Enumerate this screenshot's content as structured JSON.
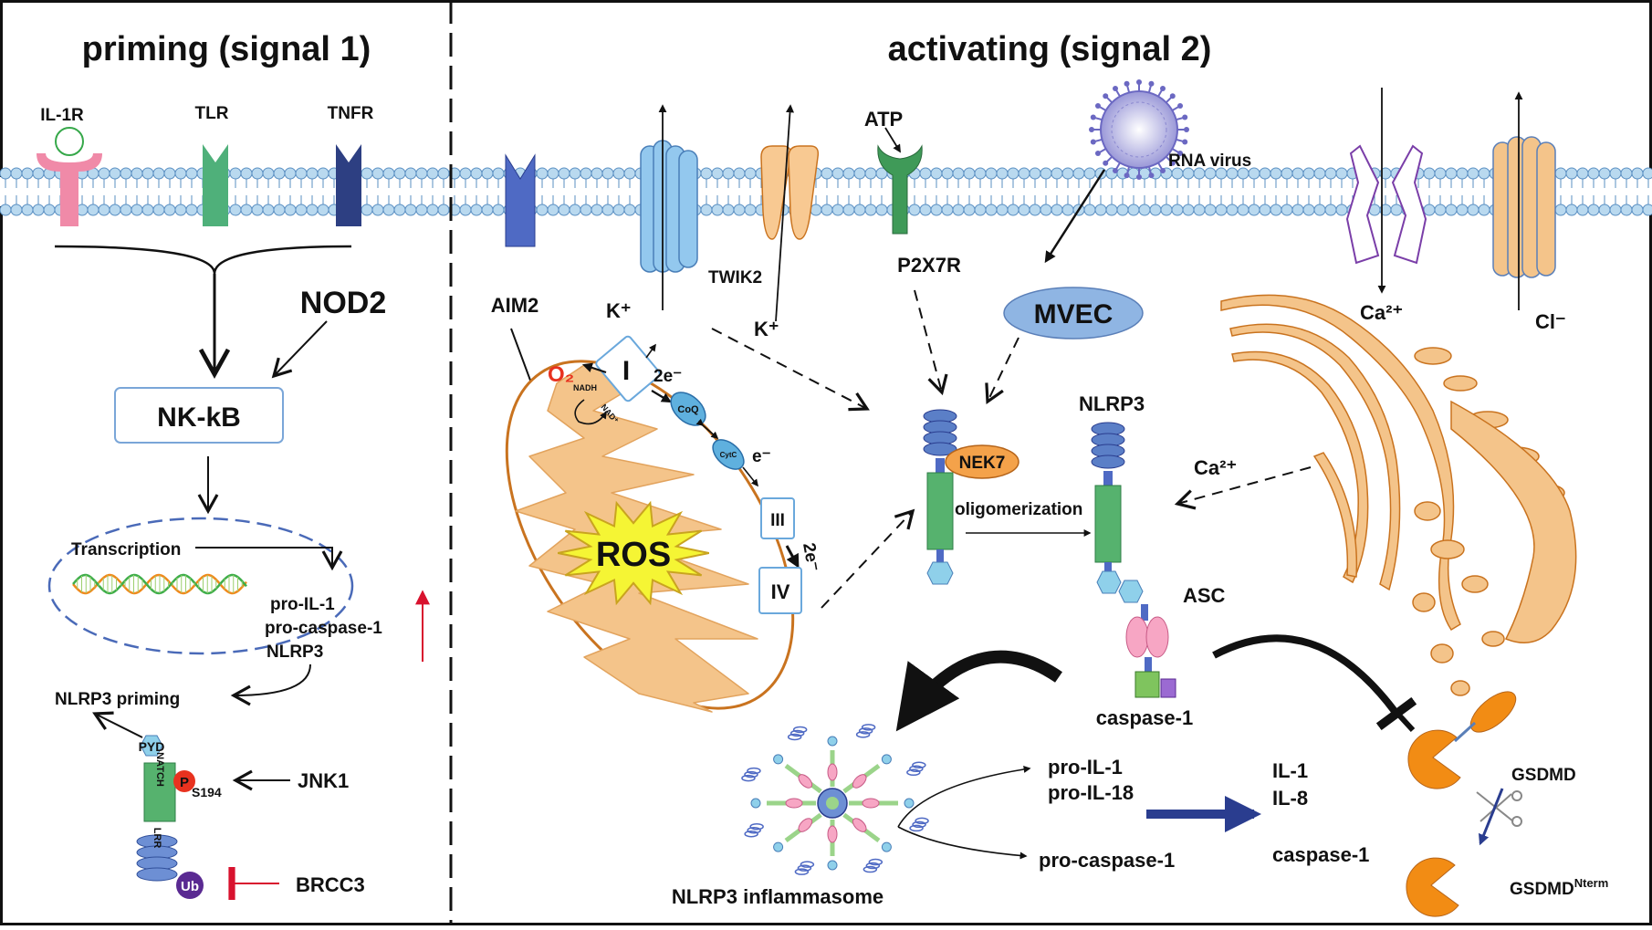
{
  "panels": {
    "left_title": "priming (signal 1)",
    "right_title": "activating (signal 2)"
  },
  "receptors": {
    "il1r": "IL-1R",
    "tlr": "TLR",
    "tnfr": "TNFR",
    "aim2": "AIM2",
    "twik2": "TWIK2",
    "atp": "ATP",
    "p2x7r": "P2X7R",
    "rna_virus": "RNA virus",
    "mvec": "MVEC"
  },
  "priming": {
    "nod2": "NOD2",
    "nfkb": "NK-kB",
    "transcription": "Transcription",
    "products": [
      "pro-IL-1",
      "pro-caspase-1",
      "NLRP3"
    ],
    "nlrp3_priming": "NLRP3 priming",
    "pyd": "PYD",
    "natch": "NATCH",
    "lrr": "LRR",
    "p": "P",
    "s194": "S194",
    "ub": "Ub",
    "jnk1": "JNK1",
    "brcc3": "BRCC3"
  },
  "ions": {
    "k_left": "K⁺",
    "k_right": "K⁺",
    "ca_top": "Ca²⁺",
    "cl": "Cl⁻",
    "ca_er": "Ca²⁺"
  },
  "mito": {
    "o2": "O₂",
    "nadh": "NADH",
    "nad": "NAD⁺",
    "c1": "I",
    "c3": "III",
    "c4": "IV",
    "coq": "CoQ",
    "cyt": "CytC",
    "e1": "2e⁻",
    "e2": "e⁻",
    "e3": "2e⁻",
    "ros": "ROS"
  },
  "activation": {
    "nek7": "NEK7",
    "nlrp3": "NLRP3",
    "oligomerization": "oligomerization",
    "asc": "ASC",
    "caspase1": "caspase-1",
    "inflammasome": "NLRP3 inflammasome",
    "pro_il": [
      "pro-IL-1",
      "pro-IL-18"
    ],
    "pro_casp": "pro-caspase-1",
    "il": [
      "IL-1",
      "IL-8"
    ],
    "casp_out": "caspase-1",
    "gsdmd": "GSDMD",
    "gsdmd_n_base": "GSDMD",
    "gsdmd_n_sup": "Nterm"
  },
  "colors": {
    "membrane_head": "#b9d9ef",
    "membrane_stroke": "#5a8fc2",
    "mito_fill": "#f4c48a",
    "mito_stroke": "#c9731f",
    "er_fill": "#f4c48a",
    "ros_fill": "#f5f534",
    "nlrp3_green": "#56b26e",
    "nlrp3_blue": "#5b7fc7",
    "gsdmd_orange": "#f28c14",
    "mvec_fill": "#8fb5e3",
    "il1r_pink": "#f08aa8",
    "tlr_green": "#4fb07a",
    "tnfr_navy": "#2d3f82",
    "red_arrow": "#d8122e",
    "blue_arrow": "#2a3d8f"
  }
}
